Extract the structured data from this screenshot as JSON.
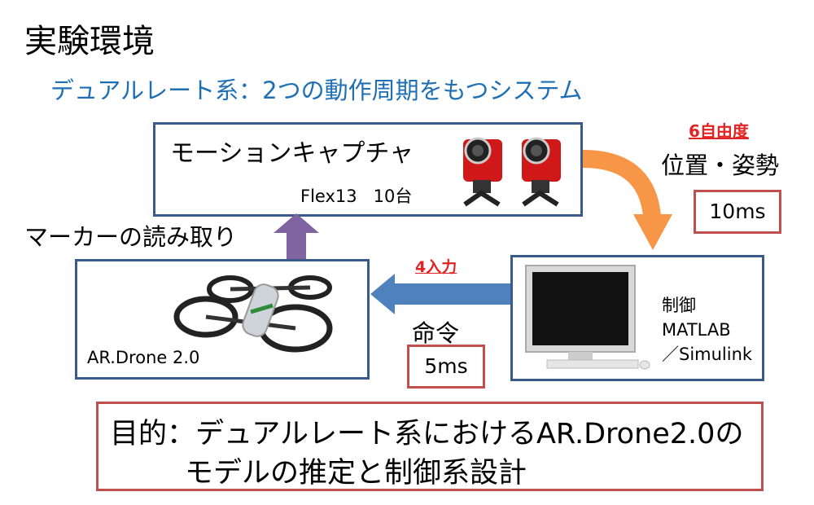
{
  "title": "実験環境",
  "subtitle": "デュアルレート系：2つの動作周期をもつシステム",
  "mocap": {
    "label": "モーションキャプチャ",
    "camera": "Flex13   10台"
  },
  "dof": "6自由度",
  "posture": "位置・姿勢",
  "posture_period": "10ms",
  "controller": {
    "line1": "制御",
    "line2": "MATLAB",
    "line3": "／Simulink"
  },
  "input_count": "4入力",
  "command": "命令",
  "command_period": "5ms",
  "marker": "マーカーの読み取り",
  "drone": {
    "label": "AR.Drone 2.0"
  },
  "purpose": {
    "line1": "目的：デュアルレート系におけるAR.Drone2.0の",
    "line2": "モデルの推定と制御系設計"
  },
  "colors": {
    "box_border": "#3b5a8c",
    "accent_red": "#c0504d",
    "arrow_blue": "#4f81bd",
    "arrow_orange": "#f79646",
    "arrow_purple": "#8064a2",
    "subtitle_blue": "#1f6fb5"
  }
}
